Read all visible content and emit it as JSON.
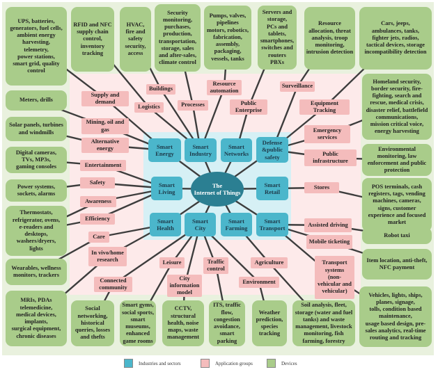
{
  "center": "The\nInternet of Things",
  "sectors": [
    "Smart\nEnergy",
    "Smart\nIndustry",
    "Smart\nNetworks",
    "Defense\n&public\nsafety",
    "Smart\nLiving",
    "Smart\nRetail",
    "Smart\nHealth",
    "Smart\nCity",
    "Smart\nFarming",
    "Smart\nTransport"
  ],
  "applications": [
    "Supply and\ndemand",
    "Buildings",
    "Logistics",
    "Processes",
    "Resource\nautomation",
    "Public\nEnterprise",
    "Surveillance",
    "Equipment\nTracking",
    "Mining, oil and\ngas",
    "Alternative\nenergy",
    "Entertainment",
    "Safety",
    "Awareness",
    "Efficiency",
    "Care",
    "In vivo/home\nresearch",
    "Connected\ncommunity",
    "Leisure",
    "Traffic\ncontrol",
    "City\ninformation\nmodel",
    "Agriculture",
    "Environment",
    "Emergency\nservices",
    "Public\ninfrastructure",
    "Stores",
    "Assisted driving",
    "Mobile ticketing",
    "Transport\nsystems\n(non-\nvehicular and\nvehicular)"
  ],
  "devices": [
    "UPS, batteries,\ngenerators, fuel cells,\nambient energy\nharvesting,\ntelemetry,\npower stations,\nsmart grid, quality\ncontrol",
    "RFID and NFC\nsupply chain\ncontrol,\ninventory\ntracking",
    "HVAC,\nfire and\nsafety\nsecurity,\naccess",
    "Security\nmonitoring,\npurchases,\nproduction,\ntransportation,\nstorage, sales\nand after-sales,\nclimate control",
    "Pumps, valves,\npipelines\nmotors, robotics,\nfabrication,\nassembly,\npackaging,\nvessels, tanks",
    "Servers and\nstorage,\nPCs and\ntablets,\nsmartphones,\nswitches and\nrouters\nPBXs",
    "Resource\nallocation, threat\nanalysis, troop\nmonitoring,\nintrusion detection",
    "Cars, jeeps,\nambulances, tanks,\nfighter jets, radios,\ntactical devices, storage\nincompatibility detection",
    "Meters, drills",
    "Solar panels, turbines\nand windmills",
    "Digital cameras,\nTVs, MP3s,\ngaming consoles",
    "Power systems,\nsockets, alarms",
    "Thermostats,\nrefrigerator, ovens,\ne-readers and\ndesktops,\nwashers/dryers,\nlights",
    "Wearables, wellness\nmonitors, trackers",
    "MRIs, PDAs\ntelemedicine,\nmedical devices,\nimplants,\nsurgical equipment,\nchronic diseases",
    "Social\nnetworking,\nhistorical\nqueries, losses\nand thefts",
    "Smart gyms,\nsocial sports,\nsmart\nmuseums,\nenhanced\ngame rooms",
    "CCTV,\nstructural\nhealth, noise\nmaps, waste\nmanagement",
    "ITS, traffic\nflow,\ncongestion\navoidance,\nsmart\nparking",
    "Weather\nprediction,\nspecies\ntracking",
    "Soil analysis, fleet,\nstorage (water and fuel\ntanks) and waste\nmanagement, livestock\nmonitoring, fish\nfarming, forestry",
    "Vehicles, lights, ships,\nplanes, signage,\ntolls, condition based\nmaintenance,\nusage based design, pre-\nsales analytics, real-time\nrouting and tracking",
    "Homeland security,\nborder security, fire-\nfighting, search and\nrescue, medical crisis,\ndisaster relief, battlefield\ncommunications,\nmission critical voice,\nenergy harvesting",
    "Environmental\nmonitoring,  law\nenforcement and public\nprotection",
    "POS terminals, cash\nregisters, tags, vending\nmachines, cameras,\nsigns, customer\nexperience and focused\nmarket",
    "Robot taxi",
    "Item location, anti-theft,\nNFC payment"
  ],
  "legend": [
    {
      "label": "Industries and sectors",
      "color": "#4bb6cb"
    },
    {
      "label": "Application groups",
      "color": "#f4bcbc"
    },
    {
      "label": "Devices",
      "color": "#a9cc8a"
    }
  ],
  "colors": {
    "sector": "#4bb6cb",
    "center": "#2b7f92",
    "application": "#f4bcbc",
    "device": "#a9cc8a",
    "line": "#3d3d3d"
  }
}
